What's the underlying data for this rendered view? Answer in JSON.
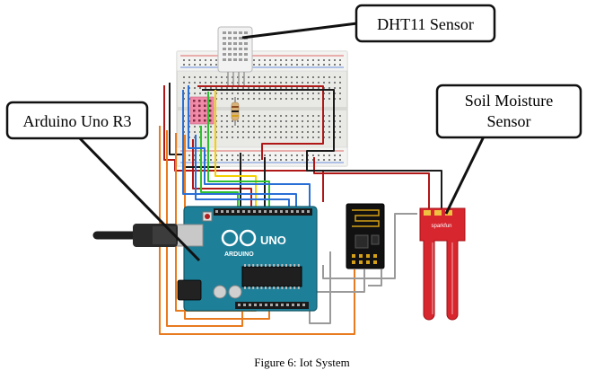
{
  "labels": {
    "dht11": "DHT11 Sensor",
    "arduino": "Arduino Uno R3",
    "soil_line1": "Soil Moisture",
    "soil_line2": "Sensor"
  },
  "board": {
    "logo_text": "UNO",
    "brand_text": "ARDUINO"
  },
  "soil_board_text": "sparkfun",
  "caption": "Figure 6: Iot System",
  "colors": {
    "red": "#b01818",
    "black": "#1a1a1a",
    "orange": "#e87a1f",
    "yellow": "#f4d000",
    "green": "#2ec02e",
    "blue": "#2a6fd6",
    "gray": "#9a9a9a",
    "arduino": "#1d7f98",
    "breadboard": "#e9e9e6",
    "soil_board": "#d8262e"
  }
}
